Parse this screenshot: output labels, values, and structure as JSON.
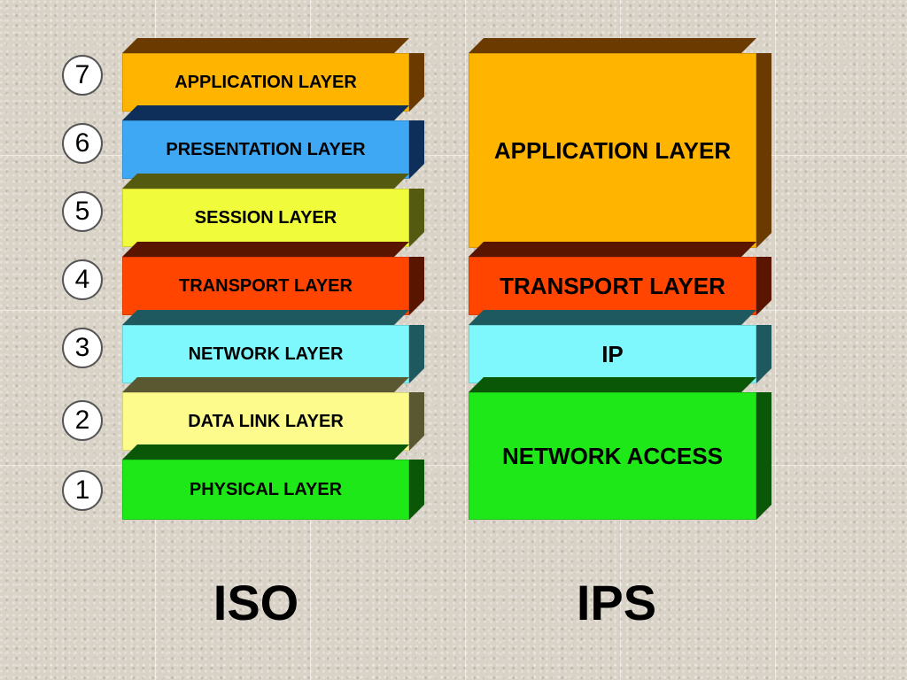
{
  "iso": {
    "caption": "ISO",
    "layers": [
      {
        "number": "7",
        "label": "APPLICATION LAYER",
        "color": "#ffb400",
        "dark": "#6b3a00"
      },
      {
        "number": "6",
        "label": "PRESENTATION LAYER",
        "color": "#3ea8f5",
        "dark": "#0e2f5a"
      },
      {
        "number": "5",
        "label": "SESSION LAYER",
        "color": "#f0fb3c",
        "dark": "#545a10"
      },
      {
        "number": "4",
        "label": "TRANSPORT LAYER",
        "color": "#ff4500",
        "dark": "#5a1500"
      },
      {
        "number": "3",
        "label": "NETWORK LAYER",
        "color": "#7ef8fd",
        "dark": "#1e5960"
      },
      {
        "number": "2",
        "label": "DATA LINK LAYER",
        "color": "#fdfb8c",
        "dark": "#5a5830"
      },
      {
        "number": "1",
        "label": "PHYSICAL LAYER",
        "color": "#1ee818",
        "dark": "#0a5708"
      }
    ]
  },
  "ips": {
    "caption": "IPS",
    "layers": [
      {
        "label": "APPLICATION LAYER",
        "color": "#ffb400",
        "dark": "#6b3a00"
      },
      {
        "label": "TRANSPORT LAYER",
        "color": "#ff4500",
        "dark": "#5a1500"
      },
      {
        "label": "IP",
        "color": "#7ef8fd",
        "dark": "#1e5960"
      },
      {
        "label": "NETWORK ACCESS",
        "color": "#1ee818",
        "dark": "#0a5708"
      }
    ]
  }
}
